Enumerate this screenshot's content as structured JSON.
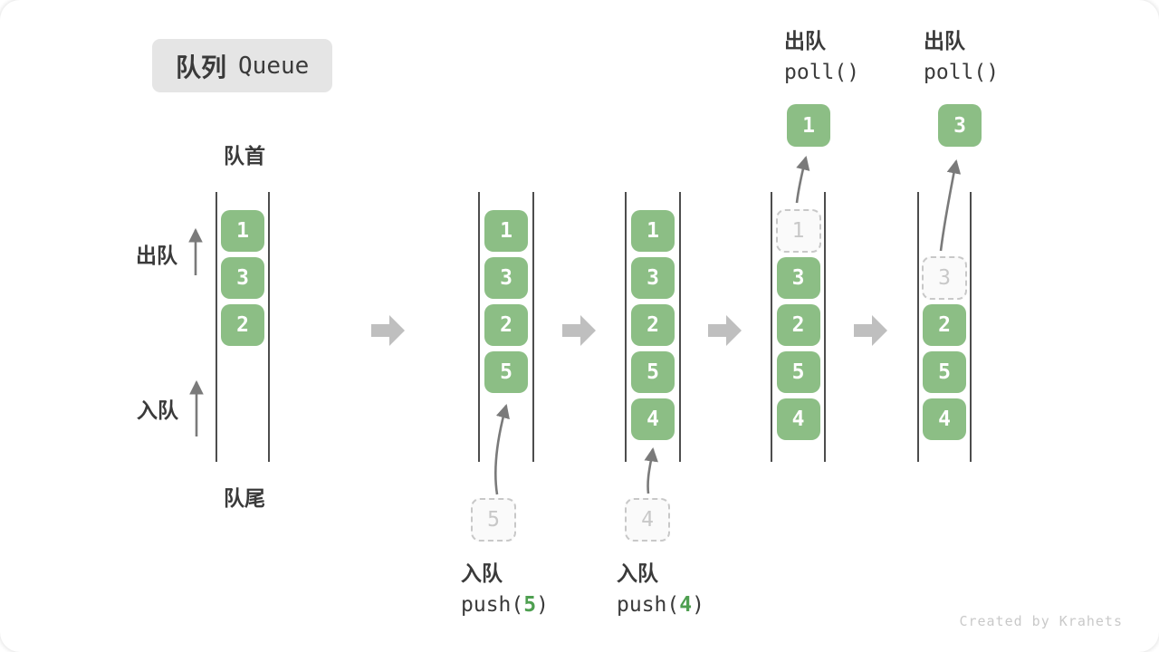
{
  "title": {
    "zh": "队列",
    "en": "Queue"
  },
  "side_labels": {
    "front": "队首",
    "rear": "队尾",
    "dequeue": "出队",
    "enqueue": "入队"
  },
  "watermark": "Created by Krahets",
  "colors": {
    "box_green": "#8cbe85",
    "digit_green": "#4e9f50",
    "big_arrow": "#bfbfbf",
    "thin_arrow": "#7a7a7a",
    "wall": "#4d4d4d",
    "ghost": "#c8c8c8",
    "ghost_bg": "#fafafa",
    "text_dark": "#3a3a3a",
    "badge_bg": "#e5e5e5",
    "watermark_color": "#c9c9c9"
  },
  "columns": [
    {
      "slots": [
        "1",
        "3",
        "2"
      ]
    },
    {
      "slots": [
        "1",
        "3",
        "2",
        "5"
      ],
      "pending": "5",
      "op_label": "入队",
      "code_pre": "push(",
      "code_arg": "5",
      "code_post": ")"
    },
    {
      "slots": [
        "1",
        "3",
        "2",
        "5",
        "4"
      ],
      "pending": "4",
      "op_label": "入队",
      "code_pre": "push(",
      "code_arg": "4",
      "code_post": ")"
    },
    {
      "ghost": "1",
      "slots": [
        "3",
        "2",
        "5",
        "4"
      ],
      "removed": "1",
      "op_label": "出队",
      "op_code": "poll()"
    },
    {
      "ghost": "3",
      "slots": [
        "2",
        "5",
        "4"
      ],
      "removed": "3",
      "op_label": "出队",
      "op_code": "poll()"
    }
  ]
}
